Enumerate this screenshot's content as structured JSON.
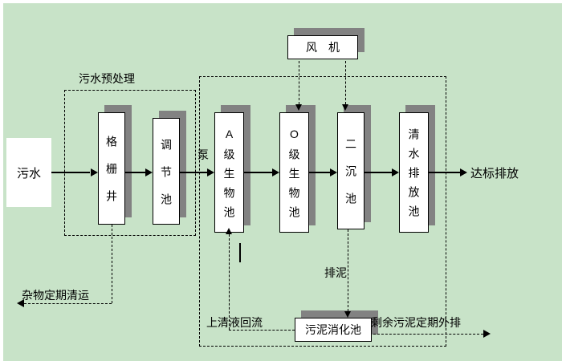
{
  "influent_label": "污水",
  "pretreatment_label": "污水预处理",
  "pump_label": "泵",
  "blower_label": "风机",
  "tanks": {
    "grid_well": "格栅井",
    "regulating": "调节池",
    "a_bio": "A级生物池",
    "o_bio": "O级生物池",
    "secondary": "二沉池",
    "clear_water": "清水排放池",
    "digestion": "污泥消化池"
  },
  "effluent_label": "达标排放",
  "annotations": {
    "debris": "杂物定期清运",
    "supernatant": "上清液回流",
    "sludge": "排泥",
    "excess": "剩余污泥定期外排"
  },
  "colors": {
    "background": "#c8e3c8",
    "box_fill": "#ffffff",
    "shadow": "#828282",
    "line": "#000000"
  }
}
